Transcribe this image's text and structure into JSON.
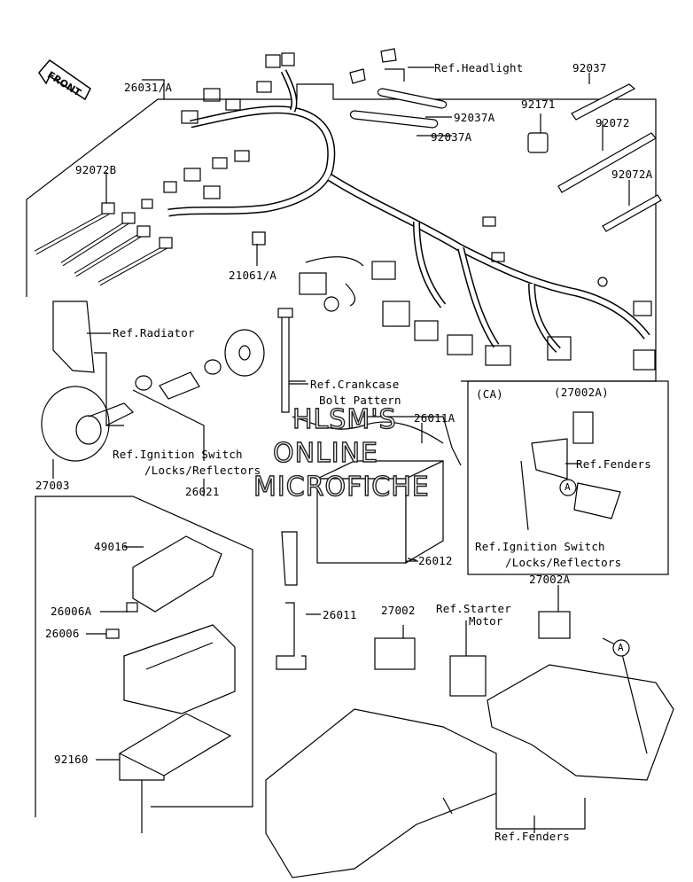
{
  "front_arrow": "FRONT",
  "watermark": {
    "line1": "HLSM'S",
    "line2": "ONLINE",
    "line3": "MICROFICHE"
  },
  "labels": {
    "p26031A": "26031/A",
    "p92072B": "92072B",
    "p21061A": "21061/A",
    "ref_headlight": "Ref.Headlight",
    "p92037A_1": "92037A",
    "p92037A_2": "92037A",
    "p92037": "92037",
    "p92171": "92171",
    "p92072": "92072",
    "p92072A": "92072A",
    "ref_radiator": "Ref.Radiator",
    "ref_crankcase_1": "Ref.Crankcase",
    "ref_crankcase_2": "Bolt Pattern",
    "p26011A": "26011A",
    "ref_ignition_1": "Ref.Ignition Switch",
    "ref_ignition_2": "/Locks/Reflectors",
    "p27003": "27003",
    "p26021": "26021",
    "p49016": "49016",
    "p26006A": "26006A",
    "p26006": "26006",
    "p92160": "92160",
    "p26012": "26012",
    "p26011": "26011",
    "p27002": "27002",
    "ref_starter_1": "Ref.Starter",
    "ref_starter_2": "Motor",
    "p27002A": "27002A",
    "ref_fenders_bottom": "Ref.Fenders",
    "ca_tag": "(CA)",
    "ca_27002A": "(27002A)",
    "ca_ref_fenders": "Ref.Fenders",
    "ca_ref_ignition_1": "Ref.Ignition Switch",
    "ca_ref_ignition_2": "/Locks/Reflectors",
    "callout_a": "A"
  }
}
